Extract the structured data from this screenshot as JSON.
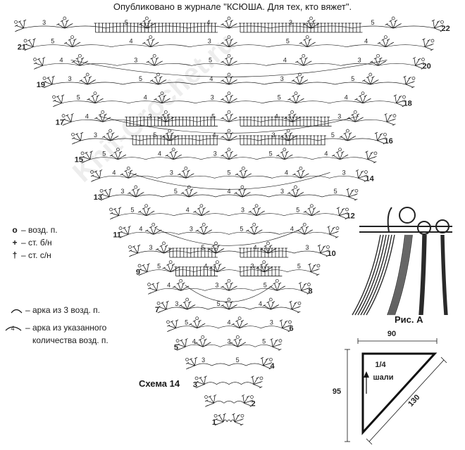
{
  "header": {
    "text": "Опубликовано в журнале \"КСЮША. Для тех, кто вяжет\"."
  },
  "legend": [
    {
      "symbol": "o",
      "text": "– возд. п."
    },
    {
      "symbol": "+",
      "text": "– ст. б/н"
    },
    {
      "symbol": "†",
      "text": "– ст. с/н"
    }
  ],
  "arc_legend": {
    "arc3": "– арка из 3 возд. п.",
    "arc_n_num": "4",
    "arc_n_line1": "– арка из указанного",
    "arc_n_line2": "количества возд. п."
  },
  "scheme_title": "Схема 14",
  "figure_a_label": "Рис. А",
  "watermark": "Knit-Crochet.ru",
  "row_numbers": [
    "1",
    "2",
    "3",
    "4",
    "5",
    "6",
    "7",
    "8",
    "9",
    "10",
    "11",
    "12",
    "13",
    "14",
    "15",
    "16",
    "17",
    "18",
    "19",
    "20",
    "21",
    "22"
  ],
  "chain_counts": [
    "3",
    "4",
    "5"
  ],
  "shawl": {
    "top": "90",
    "left": "95",
    "diag": "130",
    "fraction": "1/4",
    "caption": "шали"
  },
  "colors": {
    "ink": "#1a1a1a",
    "fringe": "#2a2a2a"
  }
}
